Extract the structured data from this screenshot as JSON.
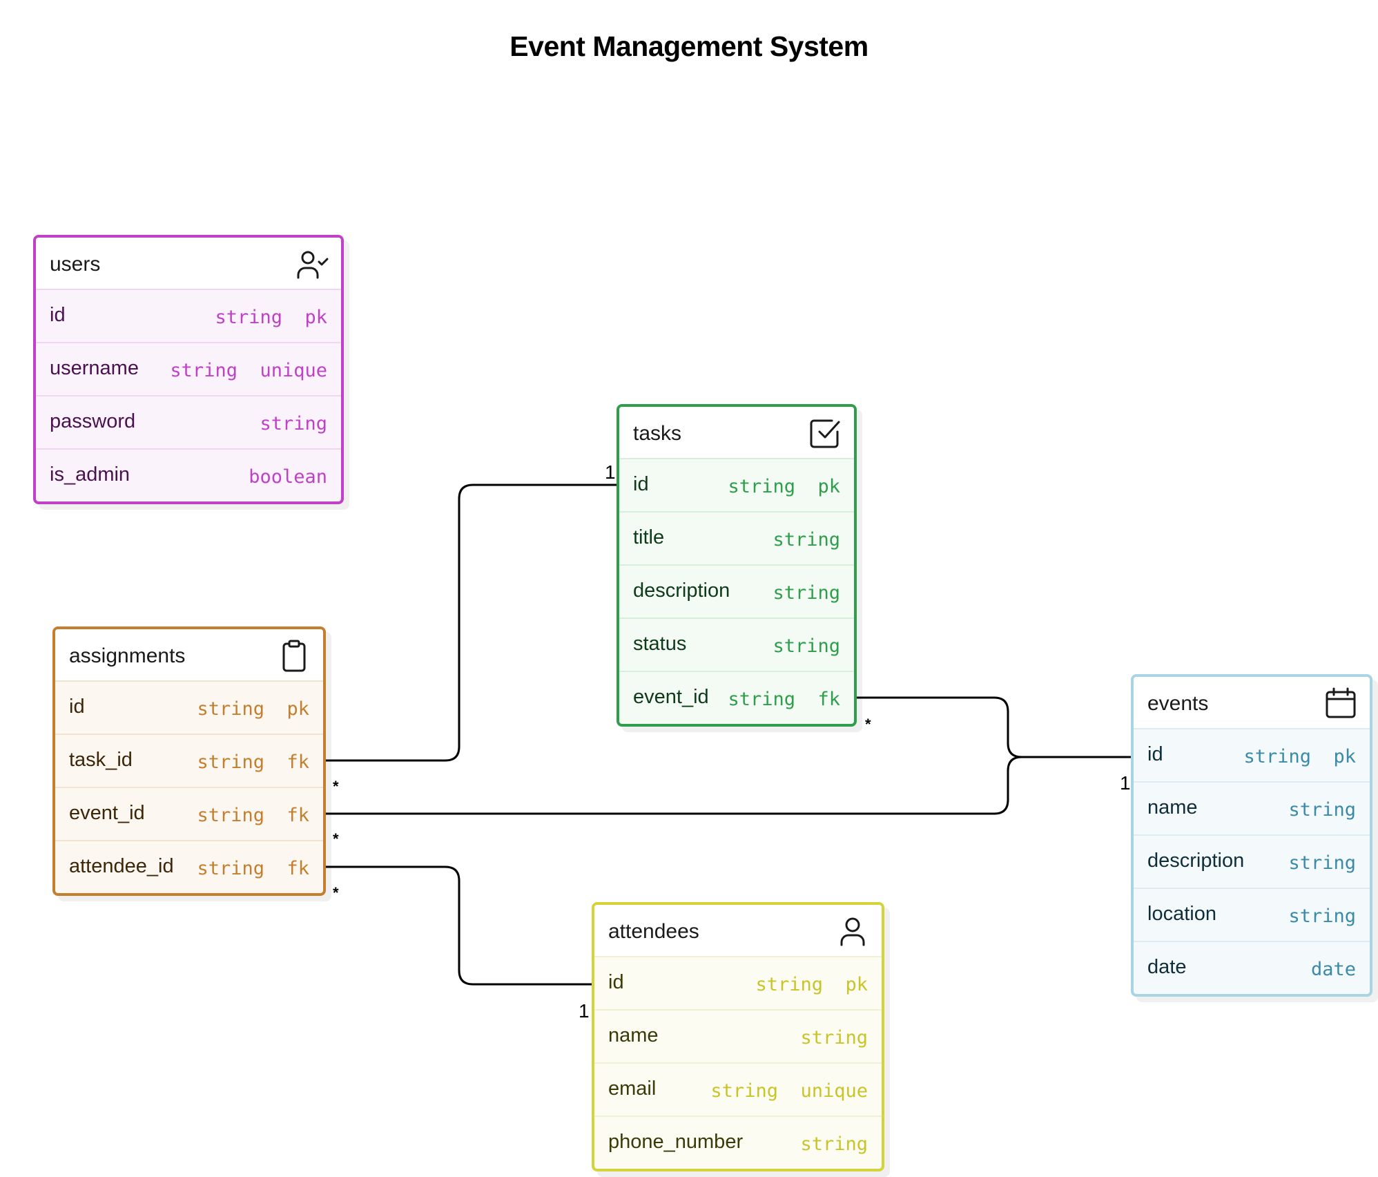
{
  "title": "Event Management System",
  "entities": {
    "users": {
      "name": "users",
      "icon": "user-check-icon",
      "color": "#c040c8",
      "bg": "#fbf3fb",
      "text": "#4a1050",
      "divider": "#f0d6f2",
      "fields": [
        {
          "name": "id",
          "type": "string  pk"
        },
        {
          "name": "username",
          "type": "string  unique"
        },
        {
          "name": "password",
          "type": "string"
        },
        {
          "name": "is_admin",
          "type": "boolean"
        }
      ]
    },
    "tasks": {
      "name": "tasks",
      "icon": "checkbox-icon",
      "color": "#2e9e4a",
      "bg": "#f4fbf5",
      "text": "#0d3a18",
      "divider": "#d6eedc",
      "fields": [
        {
          "name": "id",
          "type": "string  pk"
        },
        {
          "name": "title",
          "type": "string"
        },
        {
          "name": "description",
          "type": "string"
        },
        {
          "name": "status",
          "type": "string"
        },
        {
          "name": "event_id",
          "type": "string  fk"
        }
      ]
    },
    "assignments": {
      "name": "assignments",
      "icon": "clipboard-icon",
      "color": "#c47f2e",
      "bg": "#fcf7f1",
      "text": "#3d2608",
      "divider": "#f2e3d0",
      "fields": [
        {
          "name": "id",
          "type": "string  pk"
        },
        {
          "name": "task_id",
          "type": "string  fk"
        },
        {
          "name": "event_id",
          "type": "string  fk"
        },
        {
          "name": "attendee_id",
          "type": "string  fk"
        }
      ]
    },
    "events": {
      "name": "events",
      "icon": "calendar-icon",
      "color": "#a9d4e4",
      "bg": "#f4f9fb",
      "text": "#0f2e3a",
      "divider": "#dcecf2",
      "type_color": "#3a8aa8",
      "fields": [
        {
          "name": "id",
          "type": "string  pk"
        },
        {
          "name": "name",
          "type": "string"
        },
        {
          "name": "description",
          "type": "string"
        },
        {
          "name": "location",
          "type": "string"
        },
        {
          "name": "date",
          "type": "date"
        }
      ]
    },
    "attendees": {
      "name": "attendees",
      "icon": "user-icon",
      "color": "#d4d43a",
      "bg": "#fcfcf2",
      "text": "#3a3a08",
      "divider": "#f0f0d4",
      "type_color": "#c8c42a",
      "fields": [
        {
          "name": "id",
          "type": "string  pk"
        },
        {
          "name": "name",
          "type": "string"
        },
        {
          "name": "email",
          "type": "string  unique"
        },
        {
          "name": "phone_number",
          "type": "string"
        }
      ]
    }
  },
  "relations": {
    "task_rel": {
      "one": "1",
      "many": "*"
    },
    "event_task_rel": {
      "one": "1",
      "many": "*"
    },
    "event_assign_rel": {
      "one": "1",
      "many": "*"
    },
    "attendee_rel": {
      "one": "1",
      "many": "*"
    }
  }
}
